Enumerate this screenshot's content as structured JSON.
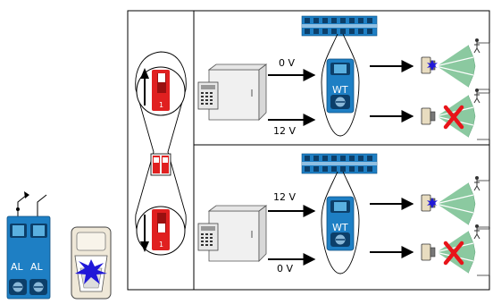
{
  "top": {
    "voltage_label": "0 V",
    "voltage_label_2": "12 V",
    "module_label": "WT"
  },
  "bottom": {
    "voltage_label": "12 V",
    "voltage_label_2": "0 V",
    "module_label": "WT"
  },
  "switch": {
    "up_number": "1",
    "down_number": "1"
  },
  "left_module": {
    "terminal_1": "AL",
    "terminal_2": "AL"
  },
  "colors": {
    "module_blue": "#1e7fc4",
    "switch_red": "#e02020",
    "cross_red": "#e8141a",
    "beam_green": "#8bc9a0",
    "flash_blue": "#2018d8"
  },
  "icons": [
    "control-panel-icon",
    "terminal-strip-icon",
    "detector-icon",
    "coverage-beam-icon",
    "walking-person-icon",
    "cross-icon",
    "flash-icon"
  ]
}
